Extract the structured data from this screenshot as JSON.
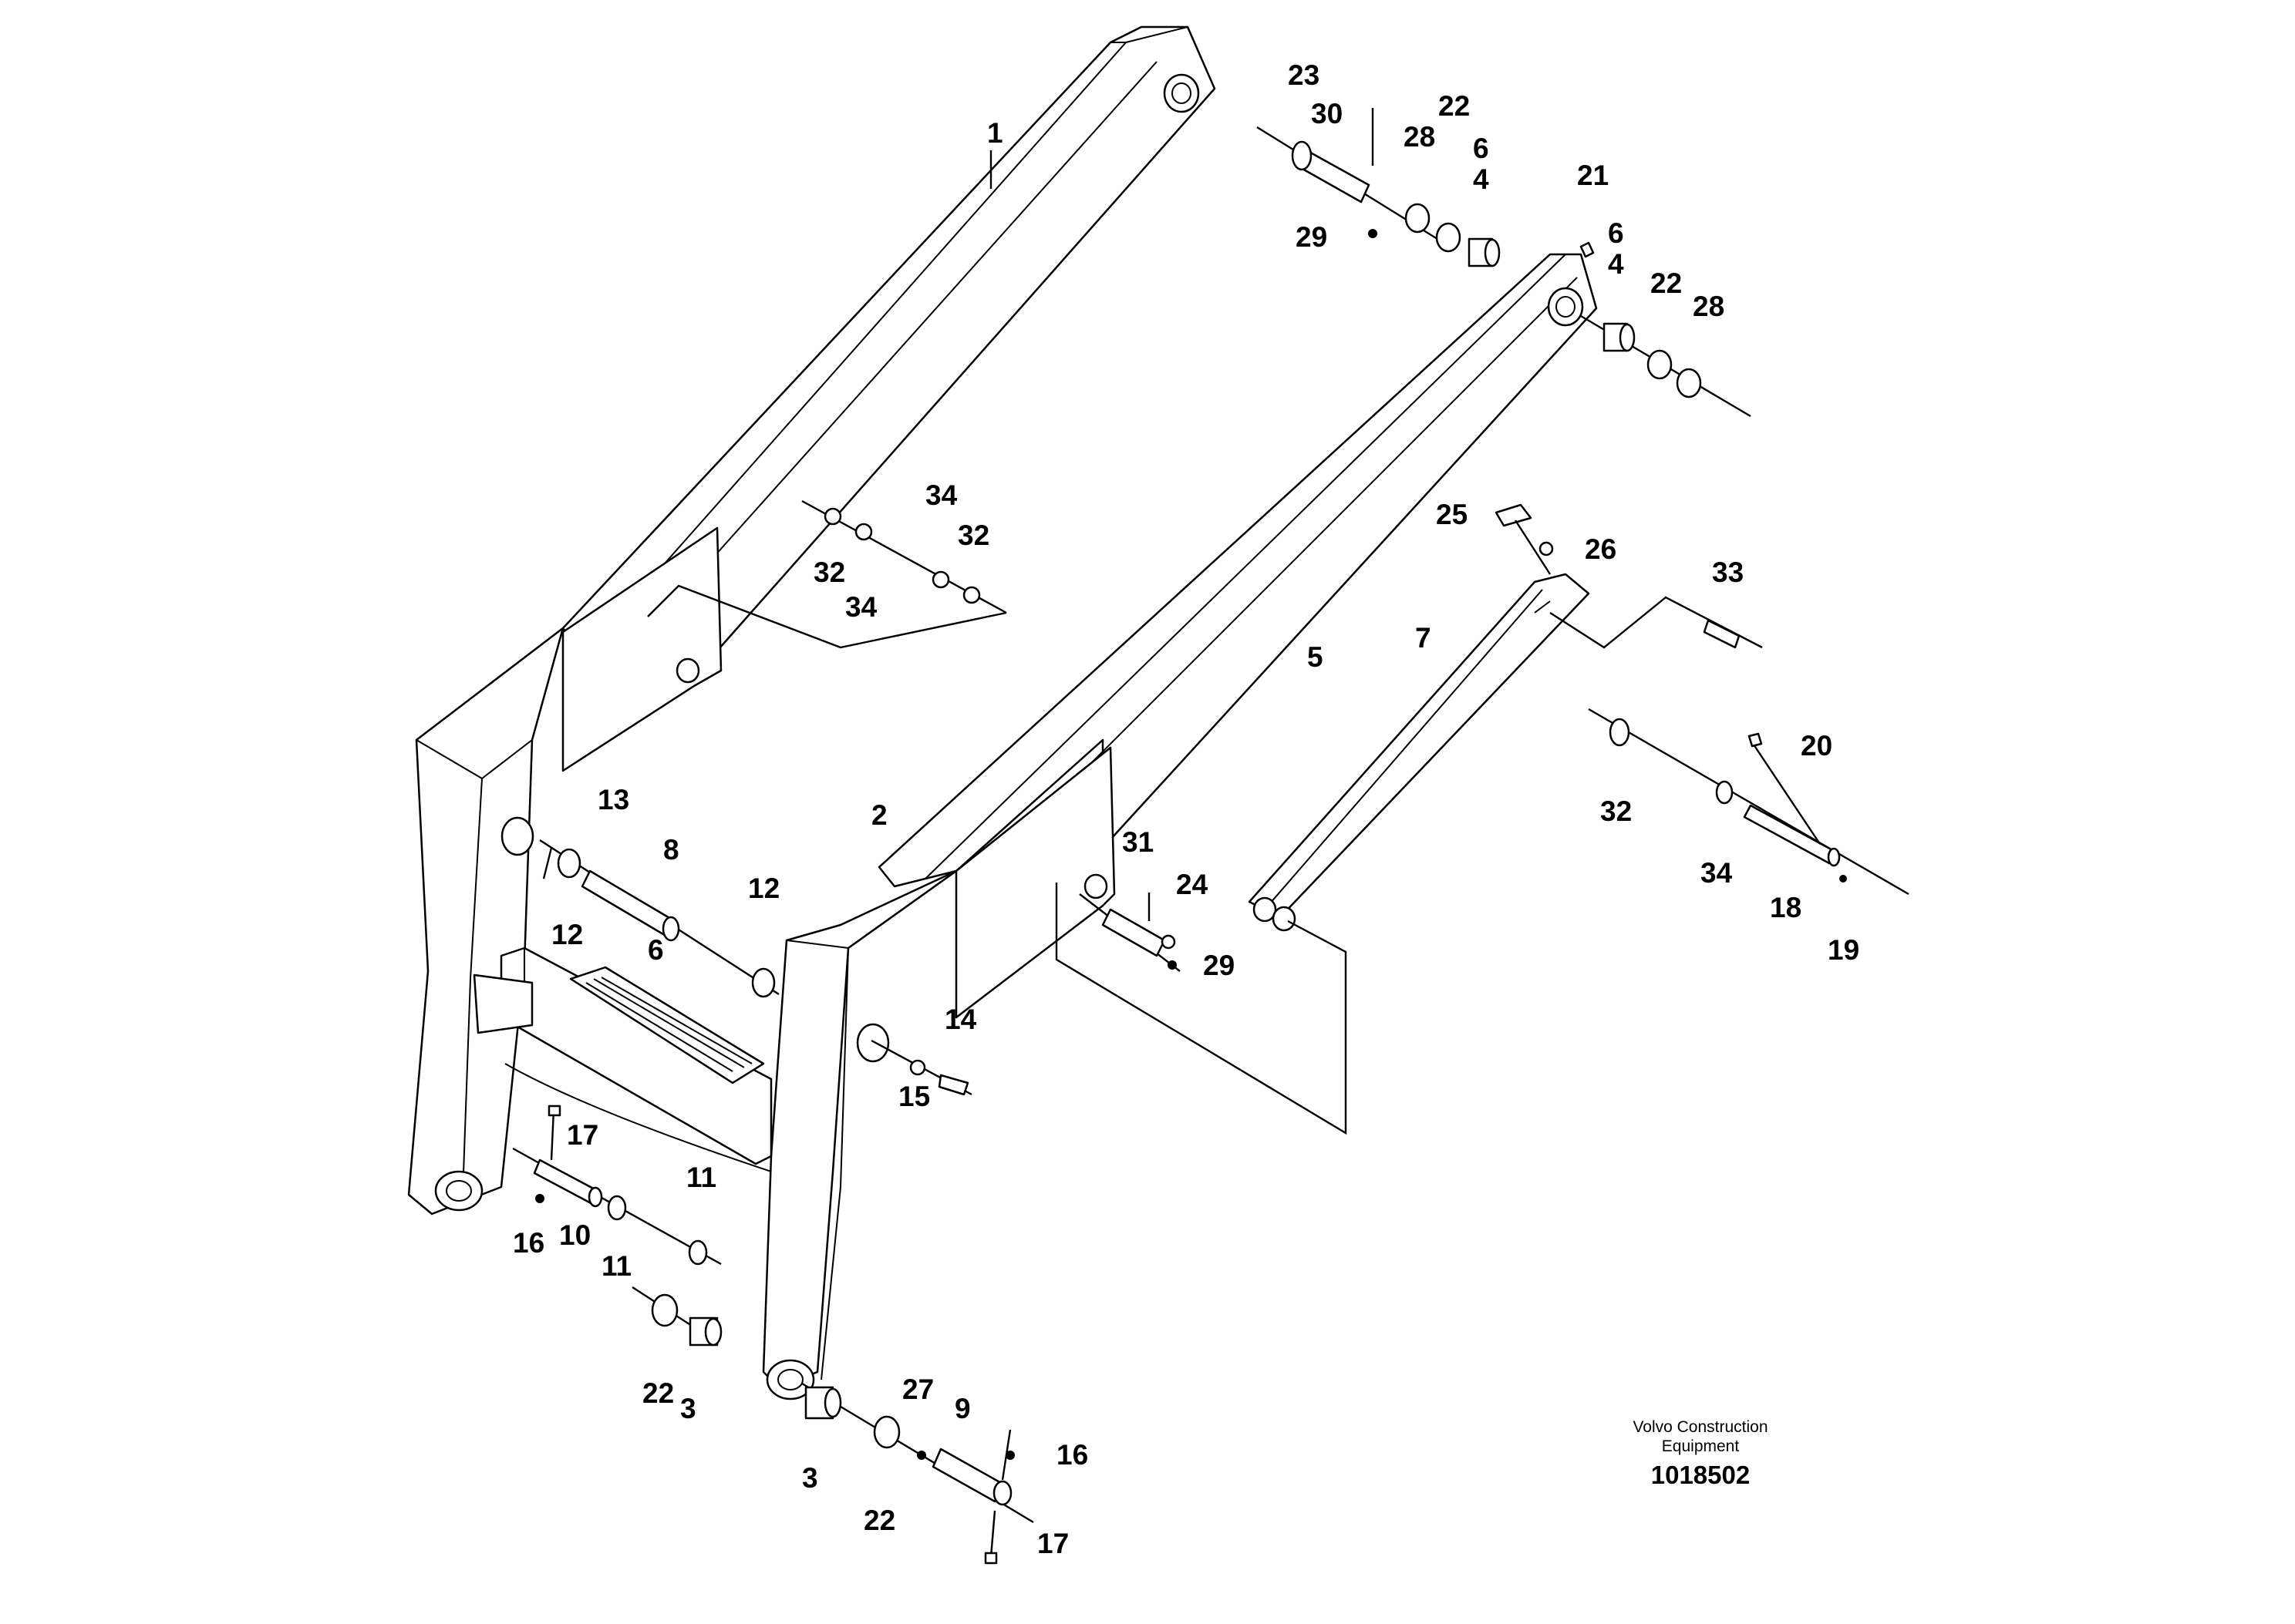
{
  "diagram": {
    "credit_line1": "Volvo Construction",
    "credit_line2": "Equipment",
    "drawing_number": "1018502"
  },
  "callouts": {
    "c1": "1",
    "c2": "2",
    "c3a": "3",
    "c3b": "3",
    "c4a": "4",
    "c4b": "4",
    "c5": "5",
    "c6a": "6",
    "c6b": "6",
    "c6c": "6",
    "c7": "7",
    "c8": "8",
    "c9": "9",
    "c10": "10",
    "c11a": "11",
    "c11b": "11",
    "c12a": "12",
    "c12b": "12",
    "c13": "13",
    "c14": "14",
    "c15": "15",
    "c16a": "16",
    "c16b": "16",
    "c17a": "17",
    "c17b": "17",
    "c18": "18",
    "c19": "19",
    "c20": "20",
    "c21": "21",
    "c22a": "22",
    "c22b": "22",
    "c22c": "22",
    "c22d": "22",
    "c23": "23",
    "c24": "24",
    "c25": "25",
    "c26": "26",
    "c27": "27",
    "c28a": "28",
    "c28b": "28",
    "c29a": "29",
    "c29b": "29",
    "c30": "30",
    "c31": "31",
    "c32a": "32",
    "c32b": "32",
    "c32c": "32",
    "c33": "33",
    "c34a": "34",
    "c34b": "34",
    "c34c": "34"
  }
}
